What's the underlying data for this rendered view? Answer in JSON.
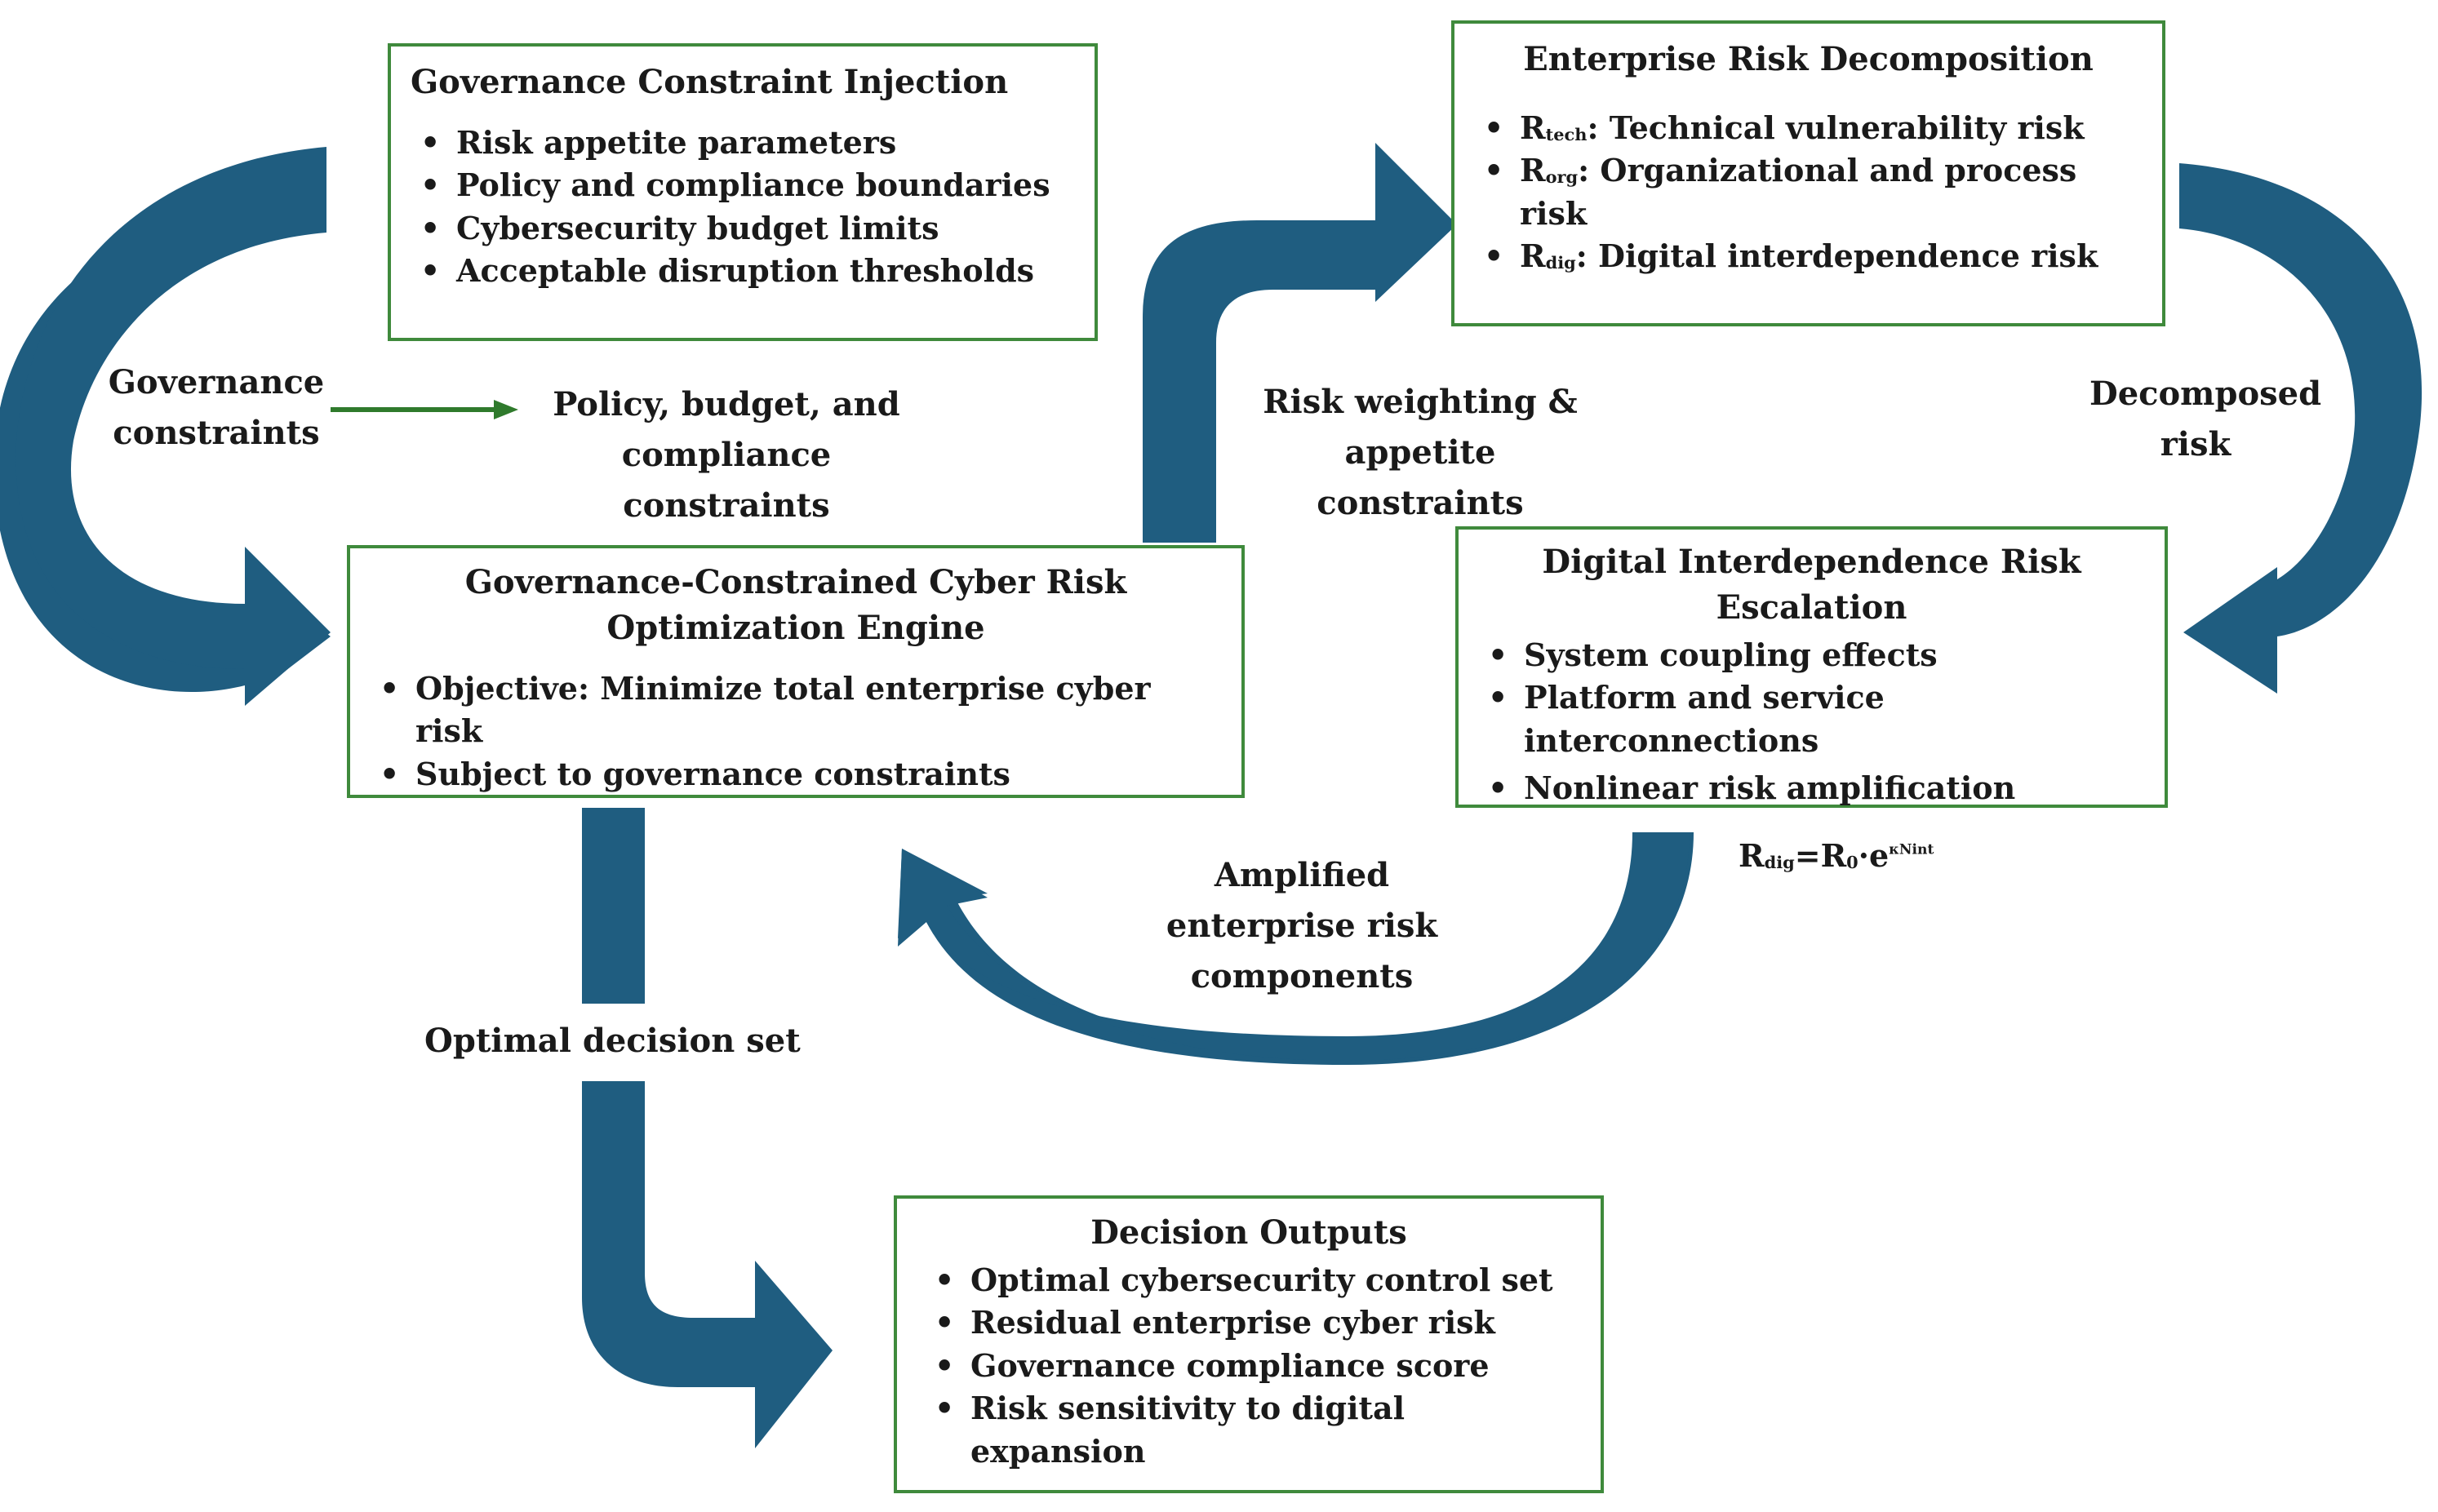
{
  "governance_box": {
    "title": "Governance Constraint Injection",
    "items": [
      "Risk appetite parameters",
      "Policy and compliance boundaries",
      "Cybersecurity budget limits",
      "Acceptable disruption thresholds"
    ]
  },
  "decomposition_box": {
    "title": "Enterprise Risk Decomposition",
    "items": [
      {
        "symbol": "R",
        "sub": "tech",
        "text": ": Technical vulnerability risk"
      },
      {
        "symbol": "R",
        "sub": "org",
        "text": ": Organizational and process risk"
      },
      {
        "symbol": "R",
        "sub": "dig",
        "text": ": Digital interdependence risk"
      }
    ]
  },
  "engine_box": {
    "title": "Governance-Constrained Cyber Risk Optimization Engine",
    "items": [
      "Objective: Minimize total enterprise cyber risk",
      "Subject to governance constraints"
    ]
  },
  "escalation_box": {
    "title": "Digital Interdependence Risk Escalation",
    "items": [
      "System coupling effects",
      "Platform and service interconnections",
      "Nonlinear risk amplification"
    ]
  },
  "outputs_box": {
    "title": "Decision Outputs",
    "items": [
      "Optimal cybersecurity control set",
      "Residual enterprise cyber risk",
      "Governance compliance score",
      "Risk sensitivity to digital expansion"
    ]
  },
  "labels": {
    "governance_constraints": "Governance constraints",
    "policy_budget": "Policy, budget, and compliance constraints",
    "risk_weighting": "Risk weighting & appetite constraints",
    "decomposed_risk": "Decomposed risk",
    "amplified": "Amplified enterprise risk components",
    "optimal_decision_set": "Optimal decision set"
  },
  "formula": {
    "lhs": "R",
    "lhs_sub": "dig",
    "eq": "=R",
    "r0_sub": "0",
    "exp_base": "·e",
    "exponent": "κNint"
  },
  "colors": {
    "arrow": "#1f5d80",
    "box_border": "#3f8a3c",
    "small_arrow": "#2f7a2c"
  }
}
